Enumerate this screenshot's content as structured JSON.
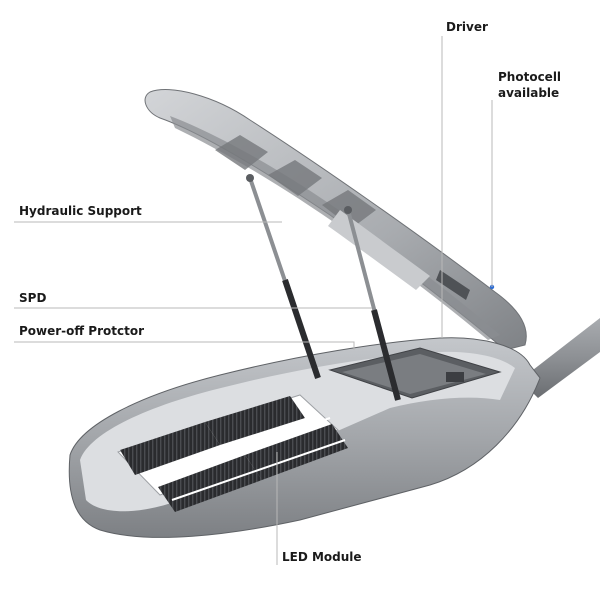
{
  "labels": {
    "driver": "Driver",
    "photocell_line1": "Photocell",
    "photocell_line2": "available",
    "hydraulic_support": "Hydraulic Support",
    "spd": "SPD",
    "power_off_protector": "Power-off Protctor",
    "led_module": "LED Module"
  },
  "colors": {
    "housing": "#a3a6aa",
    "housing_dark": "#6f7276",
    "heatsink": "#2a2b2e",
    "leader_line": "#b8b8b8",
    "photocell_accent": "#2f6fd6",
    "text": "#1a1a1a"
  }
}
